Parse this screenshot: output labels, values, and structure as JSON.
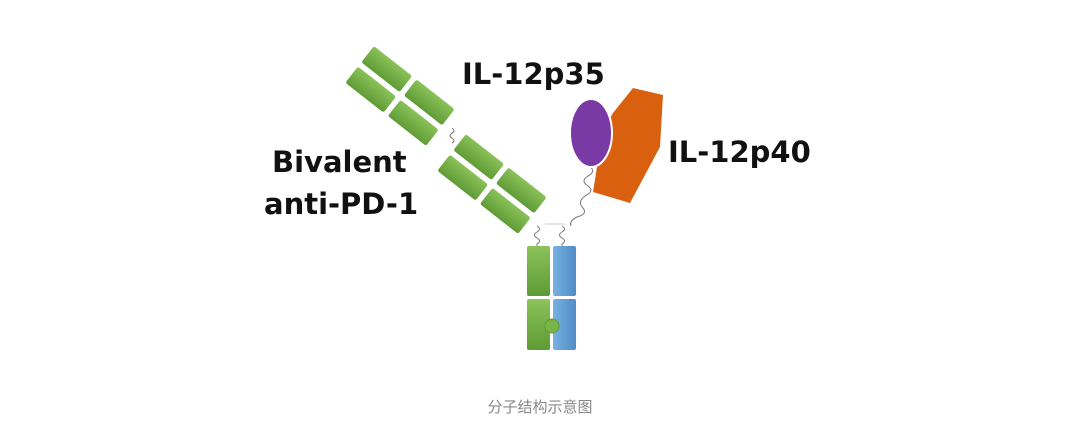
{
  "labels": {
    "p35": "IL-12p35",
    "p40": "IL-12p40",
    "antibody_line1": "Bivalent",
    "antibody_line2": "anti-PD-1"
  },
  "caption": "分子结构示意图",
  "colors": {
    "green": "#6aaa3f",
    "blue": "#5d9bd3",
    "purple": "#7a3aa6",
    "orange": "#d9600f"
  }
}
